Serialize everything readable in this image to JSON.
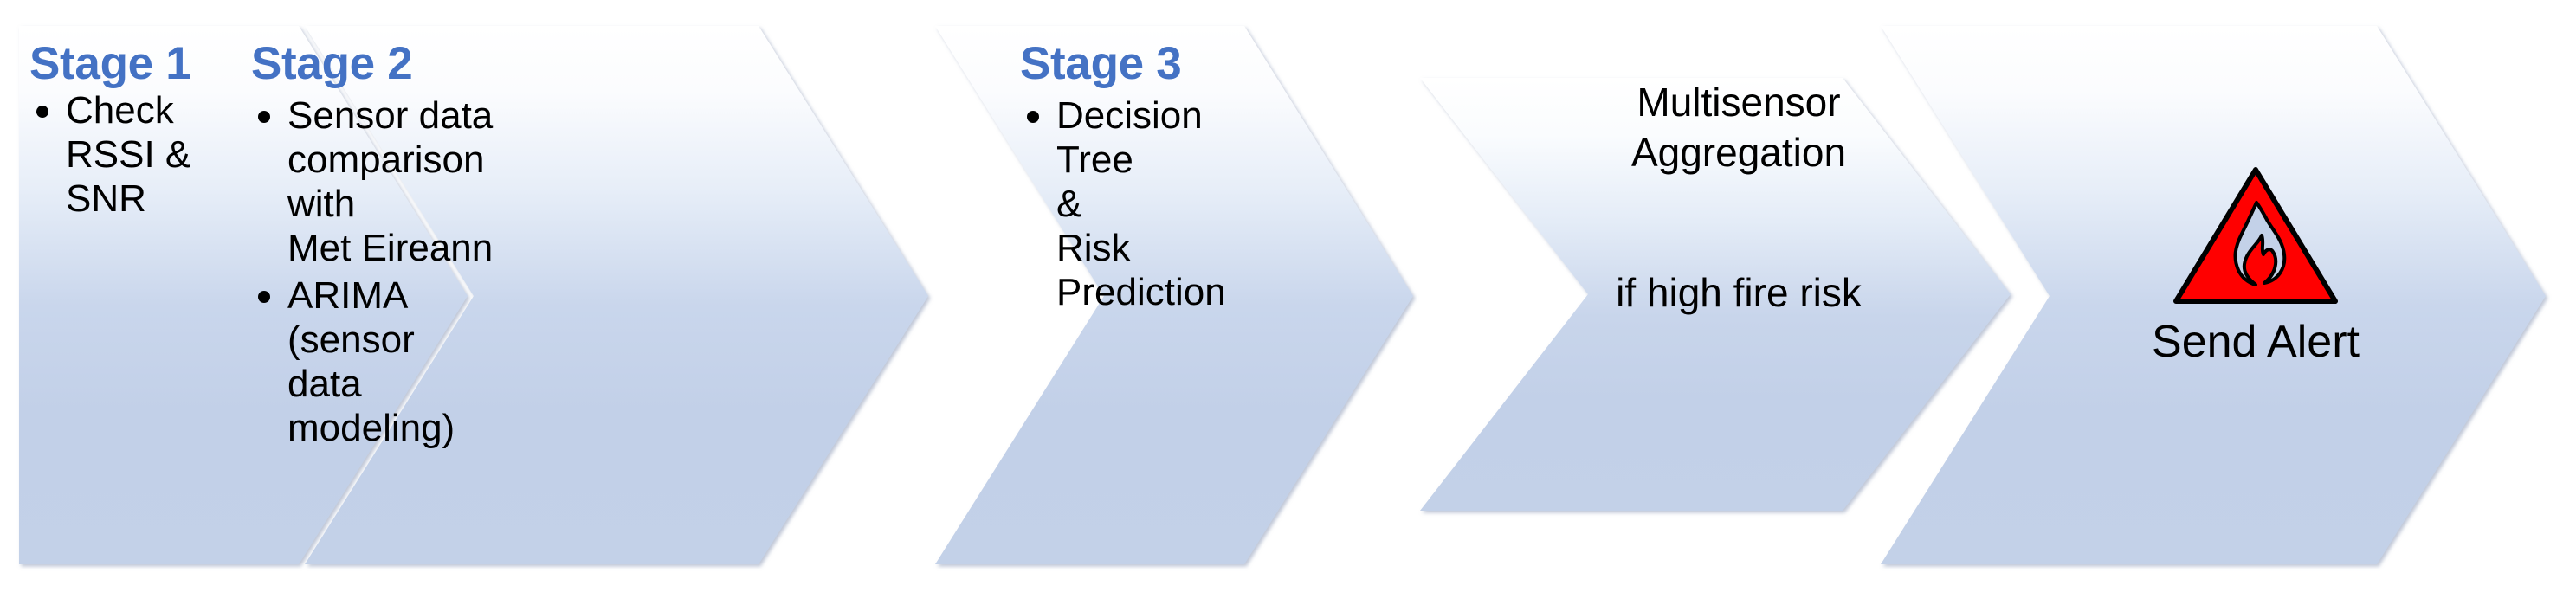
{
  "diagram": {
    "type": "chevron-process-flow",
    "title": "",
    "accent_color": "#4472C4",
    "chevron_fill_top": "#fdfeff",
    "chevron_fill_bottom": "#c3d1e8",
    "alert_icon_color": "#ff0000",
    "steps": [
      {
        "id": "stage-1",
        "heading": "Stage 1",
        "bullets": [
          [
            "Check",
            "RSSI & SNR"
          ]
        ]
      },
      {
        "id": "stage-2",
        "heading": "Stage 2",
        "bullets": [
          [
            "Sensor data",
            "comparison",
            "with",
            "Met Eireann"
          ],
          [
            "ARIMA (sensor",
            "data modeling)"
          ]
        ]
      },
      {
        "id": "stage-3",
        "heading": "Stage 3",
        "bullets": [
          [
            "Decision",
            "Tree",
            "&",
            "Risk",
            "Prediction"
          ]
        ]
      },
      {
        "id": "multisensor",
        "heading": "",
        "lines": [
          "Multisensor",
          "Aggregation"
        ],
        "condition": "if high fire risk"
      },
      {
        "id": "send-alert",
        "heading": "",
        "icon": "fire-alert-triangle-icon",
        "label": "Send Alert"
      }
    ]
  }
}
